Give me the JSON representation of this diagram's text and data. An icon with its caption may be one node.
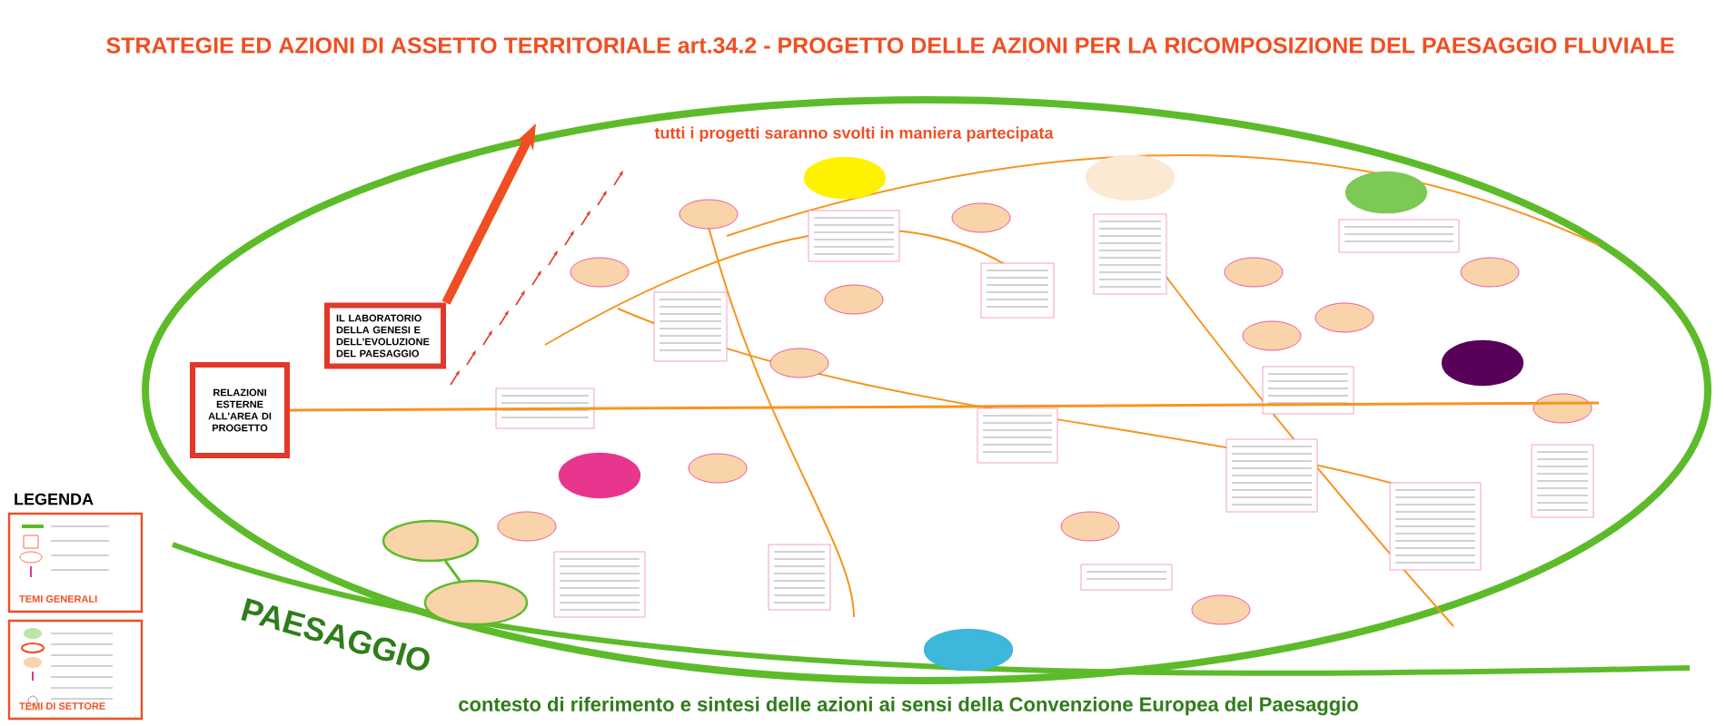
{
  "diagram": {
    "title": "STRATEGIE ED AZIONI DI ASSETTO TERRITORIALE art.34.2 - PROGETTO DELLE AZIONI PER LA RICOMPOSIZIONE DEL PAESAGGIO FLUVIALE",
    "nodes": [
      {
        "text": [
          "IL LABORATORIO DELLA GENESI E DELL'EVOLUZIONE DEL PAESAGGIO"
        ]
      },
      {
        "text": [
          "RELAZIONI ESTERNE ALL'AREA DI PROGETTO"
        ]
      },
      {
        "text": [],
        "shape": "circle"
      },
      {
        "text": [],
        "shape": "circle"
      },
      {
        "text": [],
        "shape": "circle"
      },
      {
        "text": [],
        "shape": "circle"
      },
      {
        "text": [],
        "shape": "circle"
      },
      {
        "text": [],
        "shape": "circle"
      },
      {
        "text": [],
        "shape": "circle"
      },
      {
        "text": [],
        "shape": "circle"
      }
    ],
    "edges": [
      {
        "from": 0,
        "to": null,
        "arrow": "to",
        "style": "thick",
        "color": "#f04e23"
      },
      {
        "from": 1,
        "to": null,
        "arrow": "none",
        "color": "#f7941d"
      },
      {
        "from": 8,
        "to": 9,
        "arrow": "none",
        "color": "#5dbb2a"
      }
    ],
    "labels": [
      "tutti i progetti saranno svolti in maniera partecipata",
      "PAESAGGIO",
      "contesto di riferimento e sintesi delle azioni ai sensi della Convenzione Europea del Paesaggio",
      "LEGENDA",
      "TEMI GENERALI",
      "TEMI DI SETTORE"
    ]
  }
}
